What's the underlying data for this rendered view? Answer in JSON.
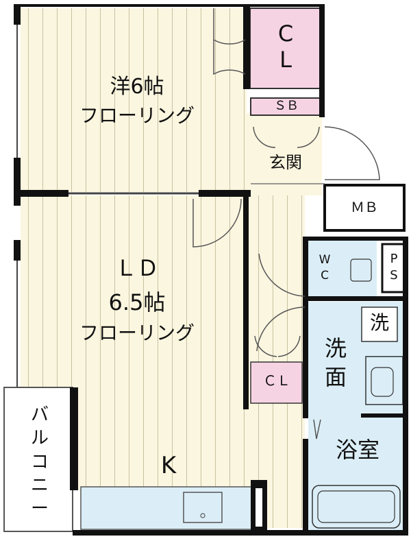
{
  "rooms": {
    "western_room": {
      "title": "洋6帖",
      "floor": "フローリング"
    },
    "ld": {
      "title": "ＬＤ",
      "size": "6.5帖",
      "floor": "フローリング"
    },
    "kitchen": "K",
    "closet_main": "C\nL",
    "shoe_box": "ＳＢ",
    "entrance": "玄関",
    "meter_box": "ＭＢ",
    "toilet": "W\nC",
    "pipe_space": "P\nS",
    "closet_small": "ＣＬ",
    "washroom": "洗\n面",
    "washer": "洗",
    "bathroom": "浴室",
    "balcony": "バ\nル\nコ\nニ\nー"
  },
  "colors": {
    "wood_floor": "#fbf6e0",
    "closet_pink": "#f6d3e3",
    "wet_area_blue": "#dbeef7",
    "wall": "#111111"
  }
}
